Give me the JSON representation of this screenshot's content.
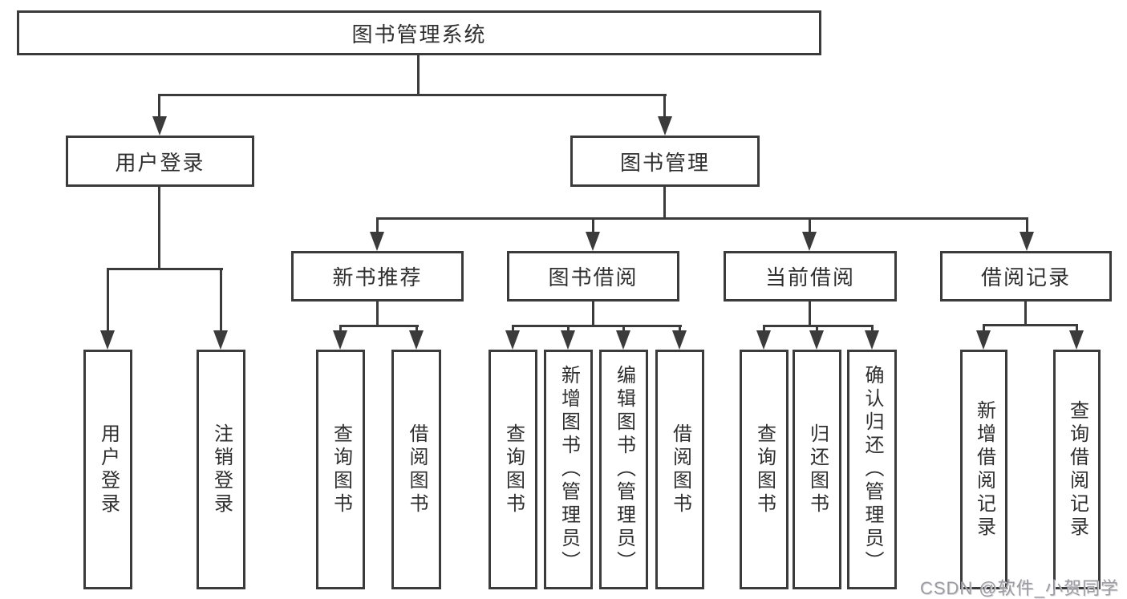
{
  "diagram_type": "hierarchy-tree",
  "tree": {
    "label": "图书管理系统",
    "children": [
      {
        "label": "用户登录",
        "children": [
          {
            "label": "用户登录"
          },
          {
            "label": "注销登录"
          }
        ]
      },
      {
        "label": "图书管理",
        "children": [
          {
            "label": "新书推荐",
            "children": [
              {
                "label": "查询图书"
              },
              {
                "label": "借阅图书"
              }
            ]
          },
          {
            "label": "图书借阅",
            "children": [
              {
                "label": "查询图书"
              },
              {
                "label": "新增图书（管理员）"
              },
              {
                "label": "编辑图书（管理员）"
              },
              {
                "label": "借阅图书"
              }
            ]
          },
          {
            "label": "当前借阅",
            "children": [
              {
                "label": "查询图书"
              },
              {
                "label": "归还图书"
              },
              {
                "label": "确认归还（管理员）"
              }
            ]
          },
          {
            "label": "借阅记录",
            "children": [
              {
                "label": "新增借阅记录"
              },
              {
                "label": "查询借阅记录"
              }
            ]
          }
        ]
      }
    ]
  },
  "watermark": {
    "text": "CSDN @软件_小贺同学"
  },
  "colors": {
    "line": "#3b3b3b",
    "node_border": "#3b3b3b",
    "node_fill": "#ffffff",
    "text": "#2f2f2f",
    "watermark": "#9b9ba1",
    "background": "#ffffff"
  }
}
